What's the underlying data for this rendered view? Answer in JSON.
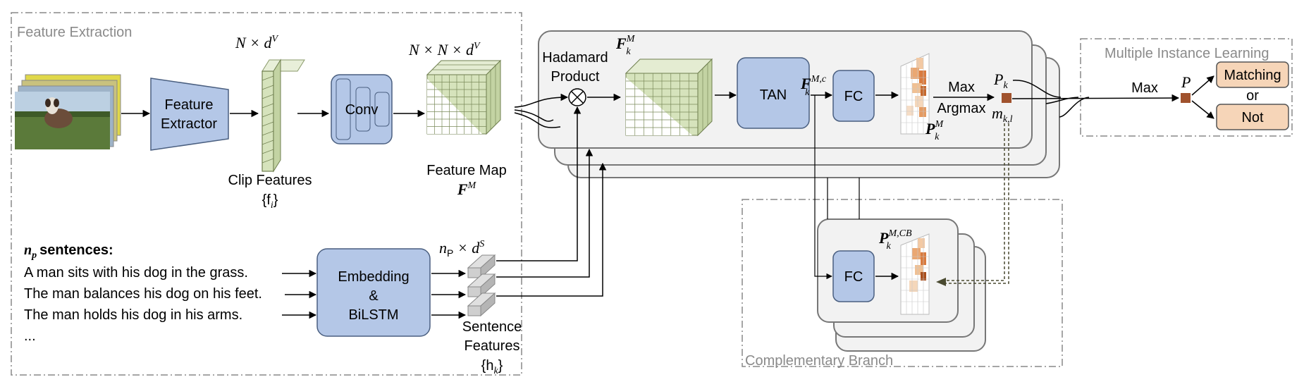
{
  "feature_extraction": {
    "section_label": "Feature Extraction",
    "feature_extractor": "Feature Extractor",
    "clip_dim": "N × d",
    "clip_dim_sup": "V",
    "clip_features": "Clip Features",
    "clip_features_set": "{f",
    "clip_features_sub": "i",
    "clip_features_close": "}",
    "conv": "Conv",
    "map_dim": "N × N × d",
    "map_dim_sup": "V",
    "feature_map": "Feature Map",
    "feature_map_sym": "F",
    "feature_map_sup": "M"
  },
  "sentences": {
    "header": "sentences:",
    "header_sym": "n",
    "header_sub": "p",
    "items": [
      "A man sits with his dog in the grass.",
      "The man balances his dog on his feet.",
      "The man holds his dog in his arms.",
      "..."
    ],
    "embedding": [
      "Embedding",
      "&",
      "BiLSTM"
    ],
    "sent_dim": "n",
    "sent_dim_sub": "P",
    "sent_dim_rest": " × d",
    "sent_dim_sup": "S",
    "sentence_features": [
      "Sentence",
      "Features"
    ],
    "h_set": "{h",
    "h_sub": "k",
    "h_close": "}"
  },
  "main_branch": {
    "hadamard": [
      "Hadamard",
      "Product"
    ],
    "fkm": "F",
    "fkm_sup": "M",
    "fkm_sub": "k",
    "tan": "TAN",
    "fkmc": "F",
    "fkmc_sup": "M,c",
    "fkmc_sub": "k",
    "fc": "FC",
    "pkm": "P",
    "pkm_sup": "M",
    "pkm_sub": "k",
    "max": "Max",
    "argmax": "Argmax",
    "pk": "P",
    "pk_sub": "k",
    "mkl": "m",
    "mkl_sub": "k,l"
  },
  "complementary": {
    "section_label": "Complementary Branch",
    "fc": "FC",
    "p_cb": "P",
    "p_cb_sup": "M,CB",
    "p_cb_sub": "k"
  },
  "mil": {
    "section_label": "Multiple Instance Learning",
    "max": "Max",
    "p": "P",
    "matching": "Matching",
    "or": "or",
    "not": "Not"
  },
  "colors": {
    "blue_fill": "#b4c7e7",
    "blue_stroke": "#4a5f80",
    "green_fill": "#d6e3bc",
    "peach_fill": "#f6d5b8",
    "brown": "#a0522d",
    "panel_fill": "#f2f2f2"
  }
}
